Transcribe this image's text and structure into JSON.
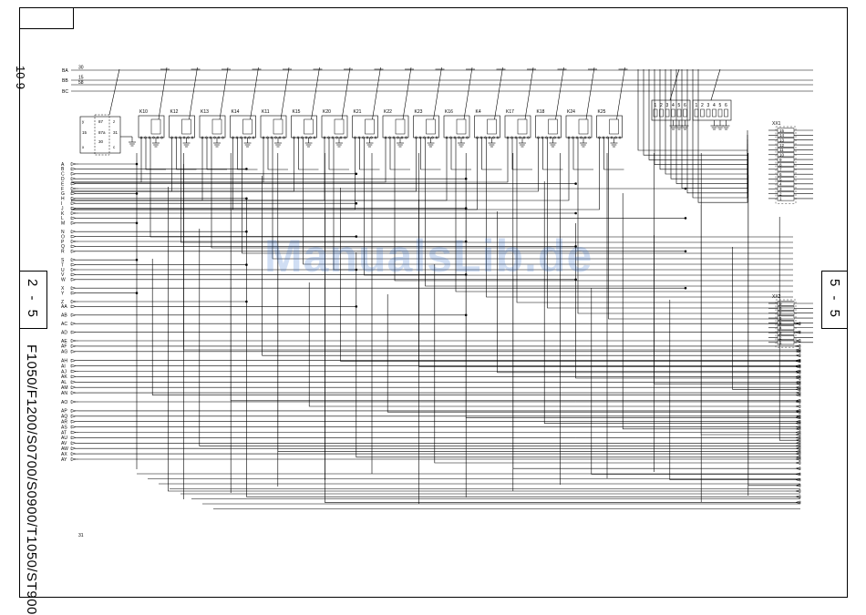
{
  "page": {
    "number": "10-9"
  },
  "sections": {
    "left": "2 - 5",
    "right": "5 - 5"
  },
  "models": "F1050/F1200/S0700/S0900/T1050/ST900",
  "watermark": "ManualsLib.de",
  "top_buses": [
    {
      "label": "BA",
      "number": "30"
    },
    {
      "label": "BB",
      "number": "15"
    },
    {
      "label": "BC",
      "number": ""
    }
  ],
  "bus_numbers_extra": [
    "58"
  ],
  "bottom_number": "31",
  "main_relay": {
    "labels": [
      "87",
      "87a",
      "30",
      "15",
      "31",
      "y",
      "z",
      "x",
      "c"
    ]
  },
  "relays": [
    "K10",
    "K12",
    "K13",
    "K14",
    "K11",
    "K15",
    "K20",
    "K21",
    "K22",
    "K23",
    "K16",
    "K4",
    "K17",
    "K18",
    "K24",
    "K25"
  ],
  "fuse_blocks": [
    {
      "pins": [
        "1",
        "2",
        "3",
        "4",
        "5",
        "6"
      ]
    },
    {
      "pins": [
        "1",
        "2",
        "3",
        "4",
        "5",
        "6"
      ]
    }
  ],
  "connectors": {
    "xx1": {
      "name": "XX1",
      "pins": [
        "15",
        "14",
        "13",
        "12",
        "11",
        "10",
        "9",
        "8",
        "7",
        "6",
        "5",
        "4",
        "3",
        "2",
        "1"
      ]
    },
    "xx2": {
      "name": "XX2",
      "pins": [
        "9",
        "8",
        "7",
        "6",
        "5",
        "4",
        "3",
        "2",
        "1"
      ]
    }
  },
  "left_terminals": [
    "A",
    "B",
    "C",
    "D",
    "E",
    "F",
    "G",
    "H",
    "I",
    "J",
    "K",
    "L",
    "M",
    "N",
    "O",
    "P",
    "Q",
    "R",
    "S",
    "T",
    "U",
    "V",
    "W",
    "X",
    "Y",
    "Z",
    "AA",
    "AB",
    "AC",
    "AD",
    "AE",
    "AF",
    "AG",
    "AH",
    "AI",
    "AJ",
    "AK",
    "AL",
    "AM",
    "AN",
    "AO",
    "AP",
    "AQ",
    "AR",
    "AS",
    "AT",
    "AU",
    "AV",
    "AW",
    "AX",
    "AY"
  ]
}
